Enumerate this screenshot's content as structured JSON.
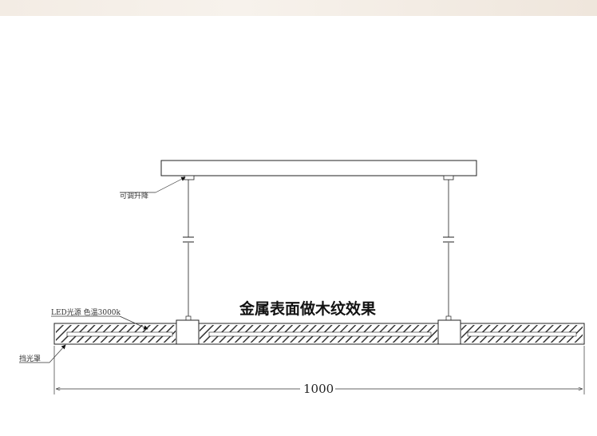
{
  "labels": {
    "adjustable": "可调升降",
    "led_source": "LED光源 色温3000k",
    "light_shield": "挡光罩"
  },
  "title": "金属表面做木纹效果",
  "dimension": "1000",
  "colors": {
    "line": "#222222",
    "hatch": "#444444",
    "banner": "#f3ece4"
  }
}
